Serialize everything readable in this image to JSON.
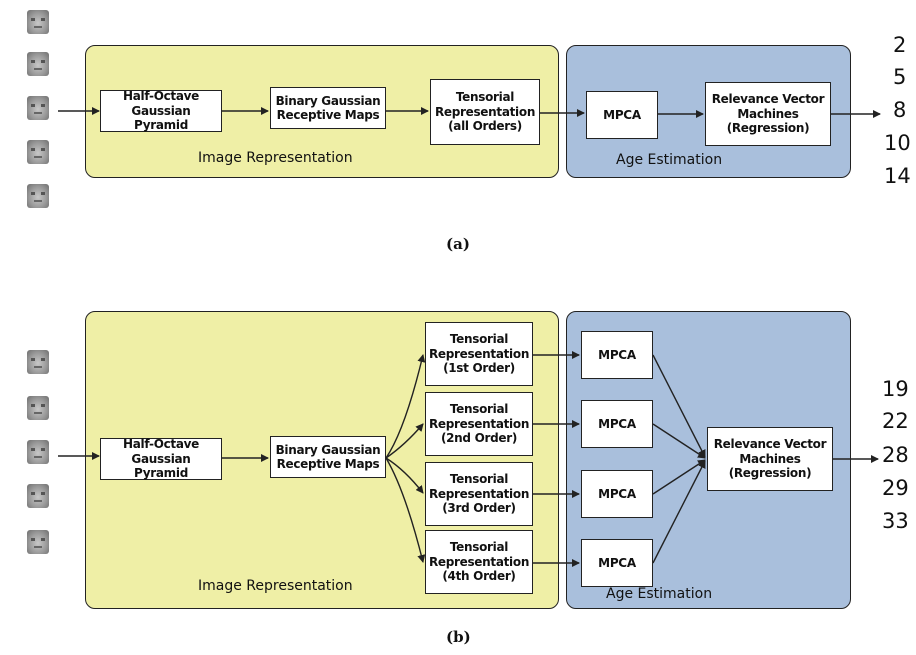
{
  "diagram_a": {
    "caption": "(a)",
    "image_representation_label": "Image Representation",
    "age_estimation_label": "Age Estimation",
    "boxes": {
      "pyramid": "Half-Octave\nGaussian Pyramid",
      "receptive": "Binary Gaussian\nReceptive Maps",
      "tensorial": "Tensorial\nRepresentation\n(all Orders)",
      "mpca": "MPCA",
      "rvm": "Relevance Vector\nMachines\n(Regression)"
    },
    "ages": [
      "2",
      "5",
      "8",
      "10",
      "14"
    ],
    "faces": [
      "face-1",
      "face-2",
      "face-3",
      "face-4",
      "face-5"
    ]
  },
  "diagram_b": {
    "caption": "(b)",
    "image_representation_label": "Image Representation",
    "age_estimation_label": "Age Estimation",
    "boxes": {
      "pyramid": "Half-Octave\nGaussian Pyramid",
      "receptive": "Binary Gaussian\nReceptive Maps",
      "tensorial_1": "Tensorial\nRepresentation\n(1st Order)",
      "tensorial_2": "Tensorial\nRepresentation\n(2nd Order)",
      "tensorial_3": "Tensorial\nRepresentation\n(3rd Order)",
      "tensorial_4": "Tensorial\nRepresentation\n(4th Order)",
      "mpca_1": "MPCA",
      "mpca_2": "MPCA",
      "mpca_3": "MPCA",
      "mpca_4": "MPCA",
      "rvm": "Relevance Vector\nMachines\n(Regression)"
    },
    "ages": [
      "19",
      "22",
      "28",
      "29",
      "33"
    ],
    "faces": [
      "face-1",
      "face-2",
      "face-3",
      "face-4",
      "face-5"
    ]
  },
  "colors": {
    "image_representation_bg": "#efefa6",
    "age_estimation_bg": "#a9bfdc"
  }
}
